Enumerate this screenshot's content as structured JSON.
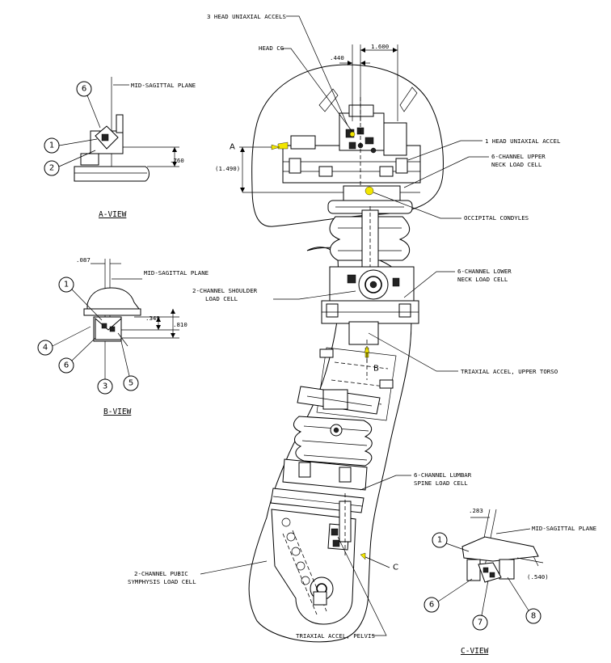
{
  "labels": {
    "head_triax": "3 HEAD UNIAXIAL ACCELS",
    "head_cg": "HEAD CG",
    "dim_440": ".440",
    "dim_1600": "1.600",
    "head_uniax": "1 HEAD UNIAXIAL ACCEL",
    "upper_neck_1": "6-CHANNEL UPPER",
    "upper_neck_2": "NECK LOAD CELL",
    "occipital": "OCCIPITAL CONDYLES",
    "dim_1490": "(1.490)",
    "marker_a": "A",
    "lower_neck_1": "6-CHANNEL LOWER",
    "lower_neck_2": "NECK LOAD CELL",
    "shoulder_1": "2-CHANNEL SHOULDER",
    "shoulder_2": "LOAD CELL",
    "upper_torso": "TRIAXIAL ACCEL, UPPER TORSO",
    "marker_b": "B",
    "lumbar_1": "6-CHANNEL LUMBAR",
    "lumbar_2": "SPINE LOAD CELL",
    "marker_c": "C",
    "pubic_1": "2-CHANNEL PUBIC",
    "pubic_2": "SYMPHYSIS LOAD CELL",
    "pelvis": "TRIAXIAL ACCEL, PELVIS"
  },
  "a_view": {
    "title": "A-VIEW",
    "mid_sagittal": "MID-SAGITTAL PLANE",
    "dim_760": ".760",
    "c6": "6",
    "c1": "1",
    "c2": "2"
  },
  "b_view": {
    "title": "B-VIEW",
    "mid_sagittal": "MID-SAGITTAL PLANE",
    "dim_087": ".087",
    "dim_349": ".349",
    "dim_810": ".810",
    "c1": "1",
    "c4": "4",
    "c6": "6",
    "c3": "3",
    "c5": "5"
  },
  "c_view": {
    "title": "C-VIEW",
    "mid_sagittal": "MID-SAGITTAL PLANE",
    "dim_283": ".283",
    "dim_540": "(.540)",
    "c1": "1",
    "c6": "6",
    "c7": "7",
    "c8": "8"
  }
}
